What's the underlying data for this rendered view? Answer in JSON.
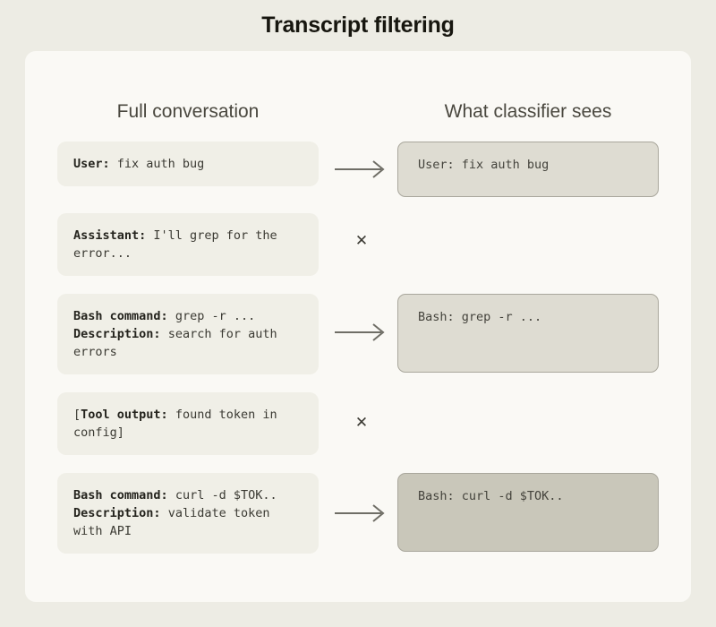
{
  "title": "Transcript filtering",
  "columns": {
    "left_header": "Full conversation",
    "right_header": "What classifier sees"
  },
  "colors": {
    "page_background": "#edece4",
    "card_background": "#faf9f5",
    "left_box_fill": "#f0efe7",
    "right_box_fill_light": "#dedcd2",
    "right_box_fill_mid": "#dedcd2",
    "right_box_fill_dark": "#c9c7ba",
    "right_box_border": "#a9a79c",
    "arrow": "#6f6e66",
    "title_text": "#17160f"
  },
  "conversation": [
    {
      "label": "User:",
      "text": "fix auth bug",
      "label2": "",
      "text2": "",
      "prefix": "",
      "suffix": ""
    },
    {
      "label": "Assistant:",
      "text": "I'll grep for the error...",
      "label2": "",
      "text2": "",
      "prefix": "",
      "suffix": ""
    },
    {
      "label": "Bash command:",
      "text": "grep -r ...",
      "label2": "Description:",
      "text2": "search for auth errors",
      "prefix": "",
      "suffix": ""
    },
    {
      "label": "Tool output:",
      "text": "found token in config",
      "label2": "",
      "text2": "",
      "prefix": "[",
      "suffix": "]"
    },
    {
      "label": "Bash command:",
      "text": "curl -d $TOK..",
      "label2": "Description:",
      "text2": "validate token with API",
      "prefix": "",
      "suffix": ""
    }
  ],
  "connectors": [
    {
      "kind": "arrow",
      "glyph": ""
    },
    {
      "kind": "cross",
      "glyph": "✕"
    },
    {
      "kind": "arrow",
      "glyph": ""
    },
    {
      "kind": "cross",
      "glyph": "✕"
    },
    {
      "kind": "arrow",
      "glyph": ""
    }
  ],
  "classifier_view": [
    {
      "text": "User: fix auth bug",
      "shade": "#dedcd2"
    },
    {
      "text": "Bash: grep -r ...",
      "shade": "#dedcd2"
    },
    {
      "text": "Bash: curl -d $TOK..",
      "shade": "#c9c7ba"
    }
  ]
}
